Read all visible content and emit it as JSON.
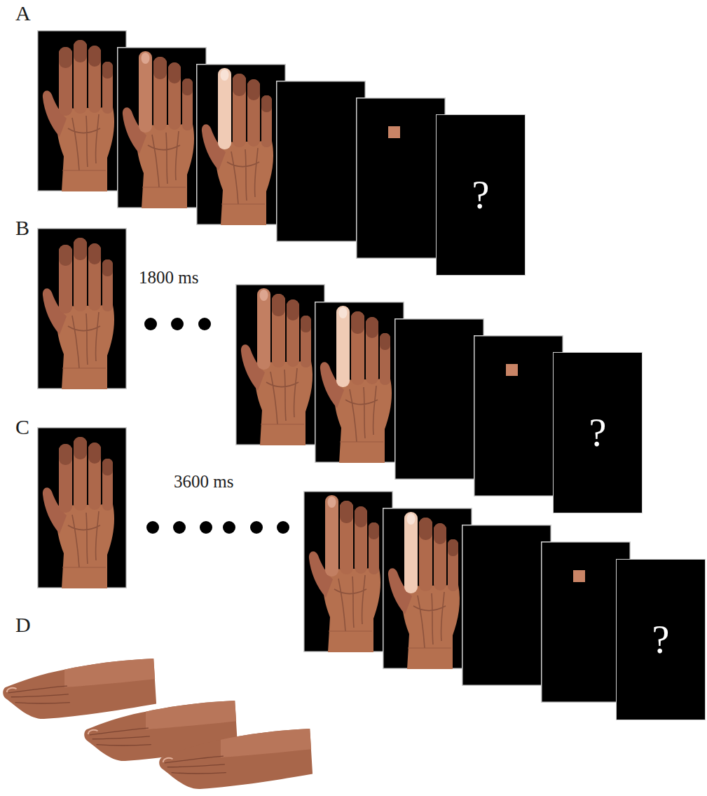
{
  "diagram": {
    "nodes": [
      {
        "text": [
          "?"
        ]
      },
      {
        "text": [
          "?"
        ]
      },
      {
        "text": [
          "?"
        ]
      }
    ],
    "labels": [
      "A",
      "B",
      "1800 ms",
      "C",
      "3600 ms",
      "D"
    ]
  }
}
